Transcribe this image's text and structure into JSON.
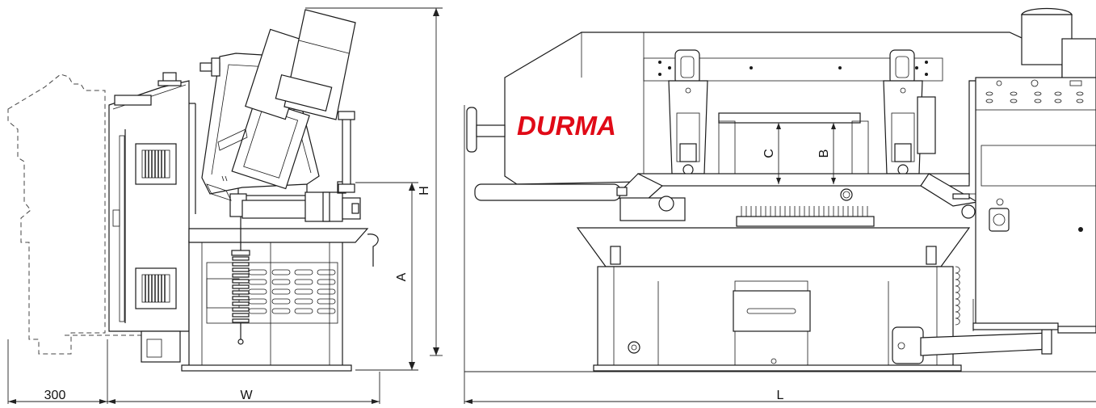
{
  "brand": {
    "logo_text": "DURMA",
    "logo_color": "#e00a17"
  },
  "dimensions": {
    "h": "H",
    "a": "A",
    "c": "C",
    "b": "B",
    "w": "W",
    "l": "L",
    "clearance": "300"
  },
  "colors": {
    "line": "#1a1a1a",
    "background": "#ffffff"
  },
  "icons": [
    "grill-vent-icon",
    "coolant-spring-icon",
    "handwheel-icon",
    "rotary-switch-icon"
  ]
}
